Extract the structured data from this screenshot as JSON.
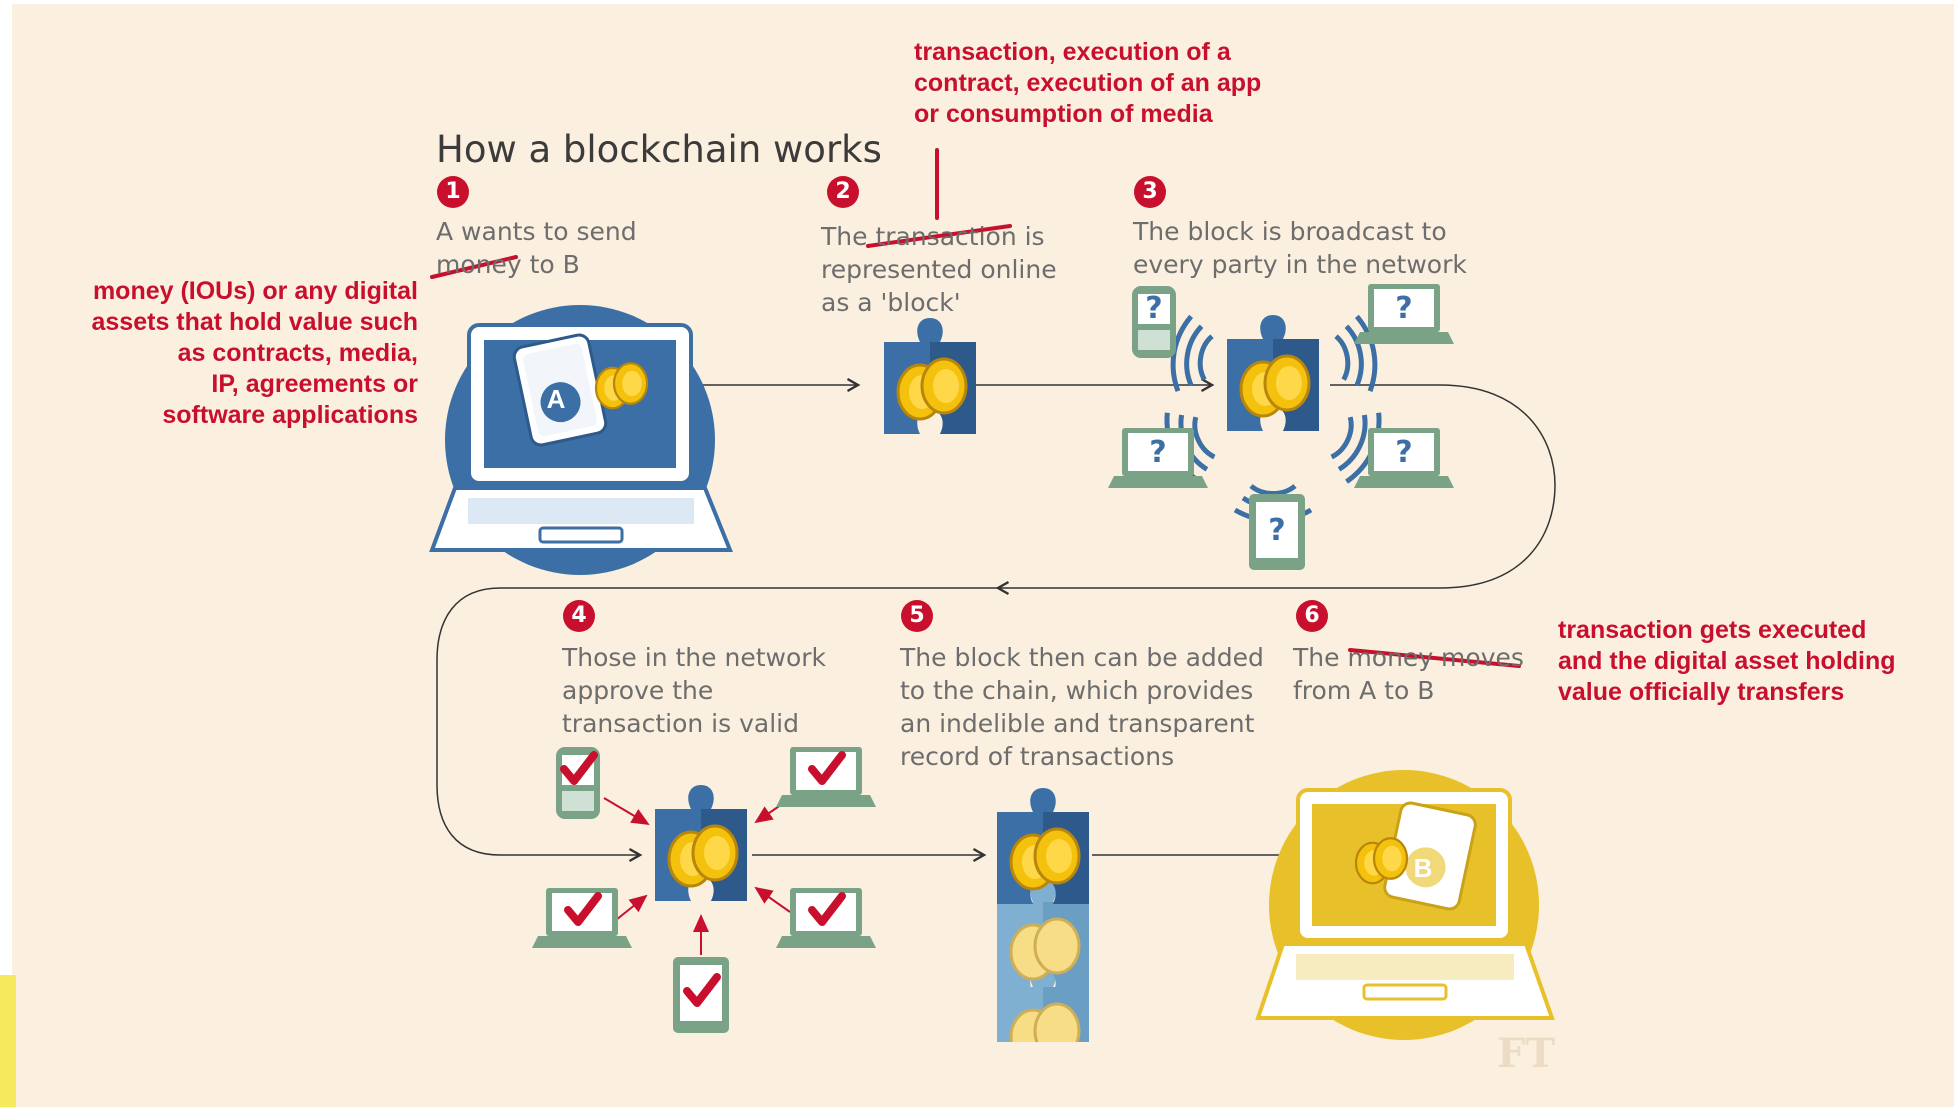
{
  "title": "How a blockchain works",
  "steps": [
    {
      "number": "1",
      "lines": [
        "A wants to send",
        "money to B"
      ]
    },
    {
      "number": "2",
      "lines": [
        "The transaction is",
        "represented online",
        "as a 'block'"
      ]
    },
    {
      "number": "3",
      "lines": [
        "The block is broadcast to",
        "every party in the network"
      ]
    },
    {
      "number": "4",
      "lines": [
        "Those in the network",
        "approve the",
        "transaction is valid"
      ]
    },
    {
      "number": "5",
      "lines": [
        "The block then can be added",
        "to the chain, which provides",
        "an indelible and transparent",
        "record of transactions"
      ]
    },
    {
      "number": "6",
      "lines": [
        "The money moves",
        "from A to B"
      ]
    }
  ],
  "annotations": {
    "top": [
      "transaction, execution of a",
      "contract, execution of an app",
      "or consumption of media"
    ],
    "left": [
      "money (IOUs) or any digital",
      "assets that hold value such",
      "as contracts, media,",
      "IP, agreements or",
      "software applications"
    ],
    "right": [
      "transaction gets executed",
      "and the digital asset holding",
      "value officially transfers"
    ]
  },
  "wallet_labels": {
    "a": "A",
    "b": "B"
  },
  "question_mark": "?",
  "check_mark": "✔",
  "credit": "FT",
  "colors": {
    "background": "#fbf0df",
    "blue": "#3b6fa5",
    "gold": "#e8c12a",
    "red": "#c8102e",
    "green": "#7aa287"
  }
}
